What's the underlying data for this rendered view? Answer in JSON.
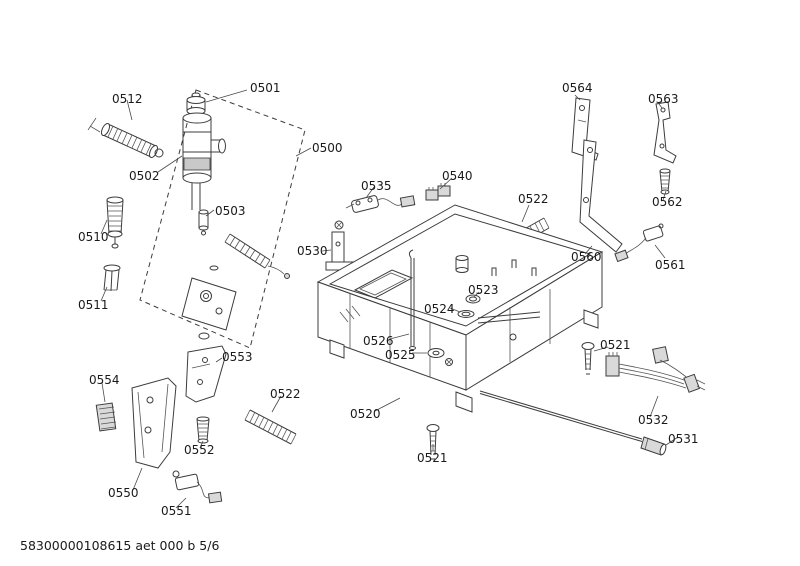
{
  "footer": {
    "text": "58300000108615 aet 000 b 5/6"
  },
  "diagram": {
    "description": "exploded-parts-diagram-base-assembly",
    "callouts": [
      {
        "text": "0512"
      },
      {
        "text": "0501"
      },
      {
        "text": "0500"
      },
      {
        "text": "0502"
      },
      {
        "text": "0503"
      },
      {
        "text": "0510"
      },
      {
        "text": "0511"
      },
      {
        "text": "0535"
      },
      {
        "text": "0540"
      },
      {
        "text": "0530"
      },
      {
        "text": "0522"
      },
      {
        "text": "0564"
      },
      {
        "text": "0563"
      },
      {
        "text": "0562"
      },
      {
        "text": "0560"
      },
      {
        "text": "0561"
      },
      {
        "text": "0523"
      },
      {
        "text": "0524"
      },
      {
        "text": "0526"
      },
      {
        "text": "0525"
      },
      {
        "text": "0520"
      },
      {
        "text": "0521"
      },
      {
        "text": "0521"
      },
      {
        "text": "0532"
      },
      {
        "text": "0531"
      },
      {
        "text": "0553"
      },
      {
        "text": "0554"
      },
      {
        "text": "0522"
      },
      {
        "text": "0552"
      },
      {
        "text": "0550"
      },
      {
        "text": "0551"
      }
    ]
  }
}
